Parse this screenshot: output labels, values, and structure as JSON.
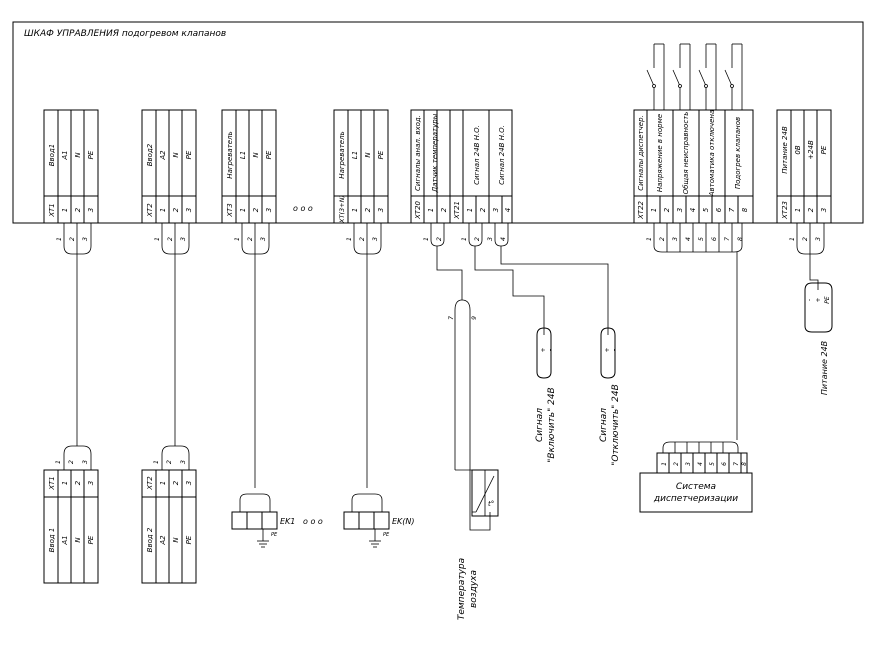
{
  "title": "ШКАФ УПРАВЛЕНИЯ подогревом клапанов",
  "ellipsis": "о о о",
  "cabinet_blocks": [
    {
      "header": "XT1",
      "label": "Ввод1",
      "terms": [
        {
          "n": "1",
          "sig": "A1"
        },
        {
          "n": "2",
          "sig": "N"
        },
        {
          "n": "3",
          "sig": "PE"
        }
      ]
    },
    {
      "header": "XT2",
      "label": "Ввод2",
      "terms": [
        {
          "n": "1",
          "sig": "A2"
        },
        {
          "n": "2",
          "sig": "N"
        },
        {
          "n": "3",
          "sig": "PE"
        }
      ]
    },
    {
      "header": "XT3",
      "label": "Нагреватель",
      "terms": [
        {
          "n": "1",
          "sig": "L1"
        },
        {
          "n": "2",
          "sig": "N"
        },
        {
          "n": "3",
          "sig": "PE"
        }
      ]
    },
    {
      "header": "XT(3+N)",
      "label": "Нагреватель",
      "terms": [
        {
          "n": "1",
          "sig": "L1"
        },
        {
          "n": "2",
          "sig": "N"
        },
        {
          "n": "3",
          "sig": "PE"
        }
      ]
    },
    {
      "header": "XT20",
      "label": "Сигналы анал. вход.",
      "terms": [
        {
          "n": "1",
          "sig": ""
        },
        {
          "n": "2",
          "sig": "Датчик температуры"
        }
      ]
    },
    {
      "header": "XT21",
      "label": "",
      "terms": [
        {
          "n": "1",
          "sig": ""
        },
        {
          "n": "2",
          "sig": "Сигнал 24В Н.О."
        },
        {
          "n": "3",
          "sig": ""
        },
        {
          "n": "4",
          "sig": "Сигнал 24В Н.О."
        }
      ]
    },
    {
      "header": "XT22",
      "label": "Сигналы диспетчер.",
      "terms": [
        {
          "n": "1",
          "sig": ""
        },
        {
          "n": "2",
          "sig": "Напряжение в норме"
        },
        {
          "n": "3",
          "sig": ""
        },
        {
          "n": "4",
          "sig": "Общая неисправность"
        },
        {
          "n": "5",
          "sig": ""
        },
        {
          "n": "6",
          "sig": "Автоматика отключена"
        },
        {
          "n": "7",
          "sig": ""
        },
        {
          "n": "8",
          "sig": "Подогрев клапанов"
        }
      ]
    },
    {
      "header": "XT23",
      "label": "Питание 24В",
      "terms": [
        {
          "n": "1",
          "sig": "0В"
        },
        {
          "n": "2",
          "sig": "+24В"
        },
        {
          "n": "3",
          "sig": "PE"
        }
      ]
    }
  ],
  "wire_numbers": [
    "1",
    "2",
    "3"
  ],
  "wire_numbers_xt21": [
    "1",
    "2",
    "3",
    "4"
  ],
  "wire_numbers_xt22": [
    "1",
    "2",
    "3",
    "4",
    "5",
    "6",
    "7",
    "8"
  ],
  "field_blocks": [
    {
      "header": "XT1",
      "label": "Ввод 1",
      "terms": [
        {
          "n": "1",
          "sig": "A1"
        },
        {
          "n": "2",
          "sig": "N"
        },
        {
          "n": "3",
          "sig": "PE"
        }
      ]
    },
    {
      "header": "XT2",
      "label": "Ввод 2",
      "terms": [
        {
          "n": "1",
          "sig": "A2"
        },
        {
          "n": "2",
          "sig": "N"
        },
        {
          "n": "3",
          "sig": "PE"
        }
      ]
    }
  ],
  "heaters": [
    {
      "label": "EK1",
      "pe": "PE"
    },
    {
      "label": "EK(N)",
      "pe": "PE"
    }
  ],
  "sensor": {
    "label_line1": "Температура",
    "label_line2": "воздуха",
    "wire_a": "7",
    "wire_b": "9",
    "symbol": "t°"
  },
  "signal_cables": [
    {
      "minus": "-",
      "plus": "+",
      "label_line1": "Сигнал",
      "label_line2": "\"Включить\" 24В"
    },
    {
      "minus": "-",
      "plus": "+",
      "label_line1": "Сигнал",
      "label_line2": "\"Отключить\" 24В"
    }
  ],
  "power_cable": {
    "minus": "-",
    "plus": "+",
    "pe": "PE",
    "label": "Питание 24В"
  },
  "dispatch": {
    "line1": "Система",
    "line2": "диспетчеризации",
    "terms": [
      "1",
      "2",
      "3",
      "4",
      "5",
      "6",
      "7",
      "8"
    ]
  }
}
